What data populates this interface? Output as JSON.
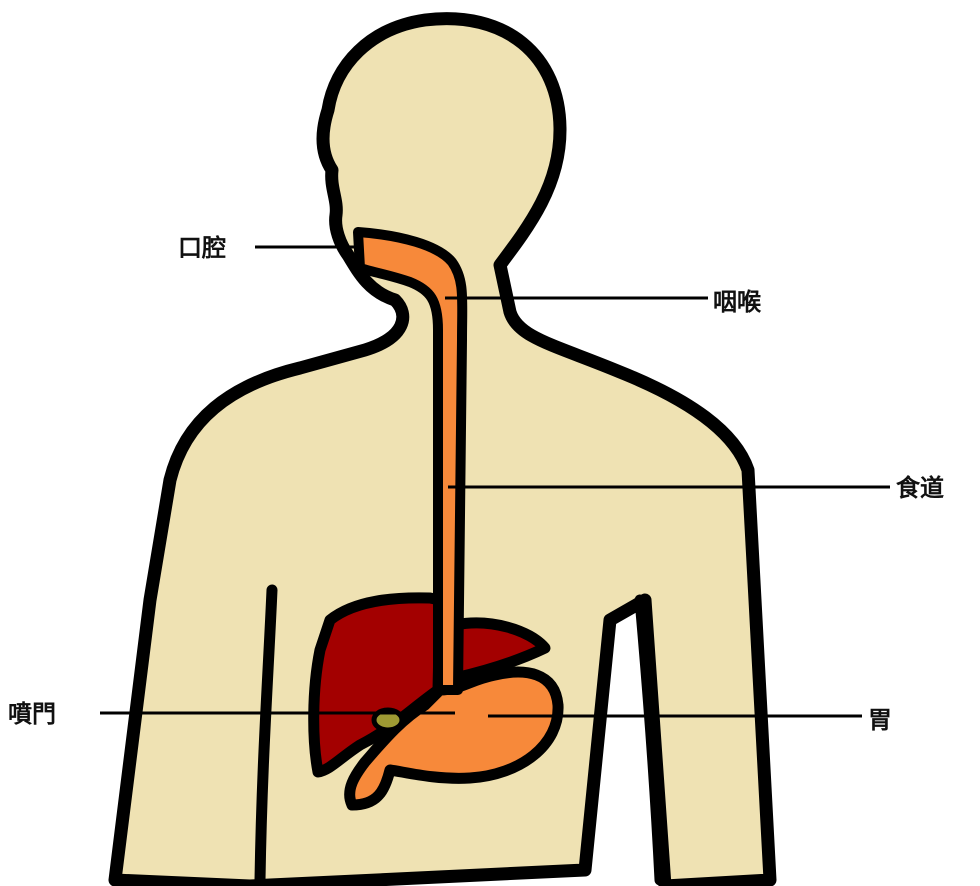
{
  "colors": {
    "skin": "#EFE2B3",
    "outline": "#000000",
    "digestive_tract": "#F7893A",
    "liver": "#A30000",
    "gallbladder": "#9E9A33"
  },
  "labels": {
    "oral_cavity": "口腔",
    "pharynx": "咽喉",
    "esophagus": "食道",
    "cardia": "噴門",
    "stomach": "胃"
  }
}
